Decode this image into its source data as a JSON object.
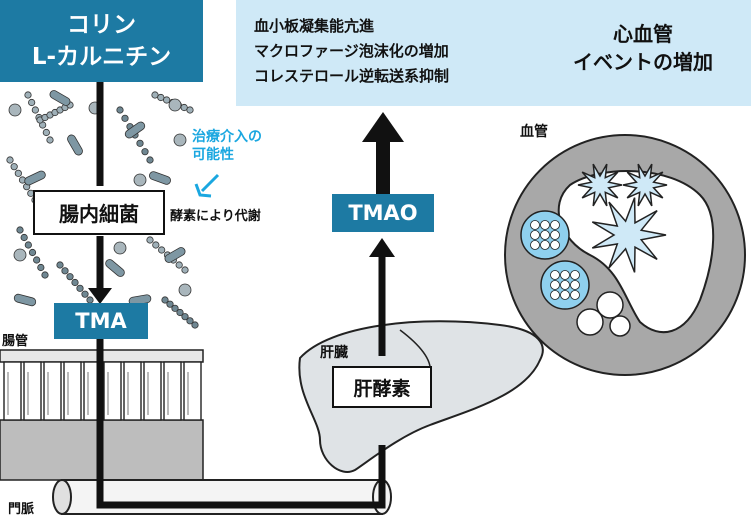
{
  "nutrients": {
    "line1": "コリン",
    "line2": "L-カルニチン"
  },
  "microbiota_label": "腸内細菌",
  "intervention_note": {
    "line1": "治療介入の",
    "line2": "可能性"
  },
  "enzyme_metabolism": "酵素により代謝",
  "tma_label": "TMA",
  "intestine_label": "腸管",
  "portal_vein_label": "門脈",
  "liver_label": "肝臓",
  "liver_enzyme_label": "肝酵素",
  "tmao_label": "TMAO",
  "effects": {
    "line1": "血小板凝集能亢進",
    "line2": "マクロファージ泡沫化の増加",
    "line3": "コレステロール逆転送系抑制"
  },
  "outcome": {
    "line1": "心血管",
    "line2": "イベントの増加"
  },
  "vessel_label": "血管",
  "colors": {
    "teal": "#1d7aa3",
    "light_blue": "#cfe9f7",
    "cyan_accent": "#1aa7e0",
    "bacteria_gray": "#8a9aa3",
    "vessel_gray": "#a8a8a8"
  }
}
